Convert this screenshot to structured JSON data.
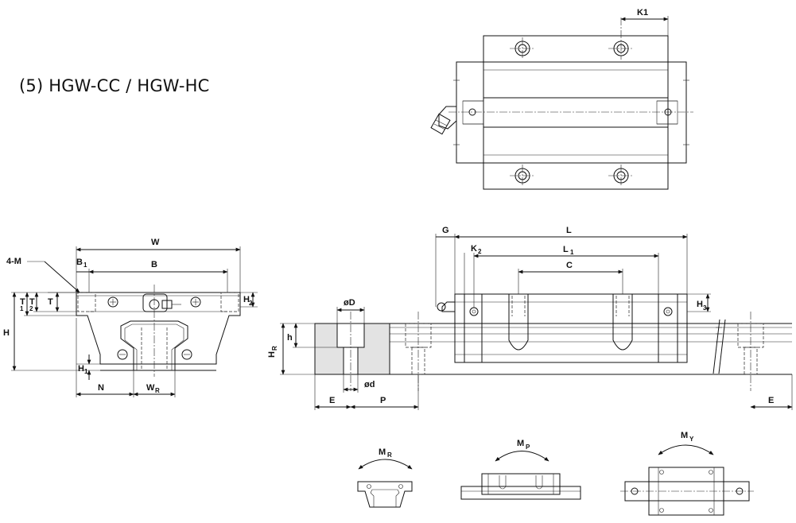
{
  "title": "(5) HGW-CC / HGW-HC",
  "top_view": {
    "k1": "K1"
  },
  "front_view": {
    "w": "W",
    "b": "B",
    "b1": "B",
    "b1_sub": "1",
    "four_m": "4-M",
    "t": "T",
    "t1": "T",
    "t1_sub": "1",
    "t2": "T",
    "t2_sub": "2",
    "h": "H",
    "h1": "H",
    "h1_sub": "1",
    "h2": "H",
    "h2_sub": "2",
    "n": "N",
    "wr": "W",
    "wr_sub": "R"
  },
  "side_view": {
    "g": "G",
    "l": "L",
    "l1": "L",
    "l1_sub": "1",
    "k2": "K",
    "k2_sub": "2",
    "c": "C",
    "h3": "H",
    "h3_sub": "3",
    "od": "øD",
    "sd": "ød",
    "hr": "H",
    "hr_sub": "R",
    "h": "h",
    "e_left": "E",
    "p": "P",
    "e_right": "E"
  },
  "moments": {
    "mr": "M",
    "mr_sub": "R",
    "mp": "M",
    "mp_sub": "P",
    "my": "M",
    "my_sub": "Y"
  }
}
